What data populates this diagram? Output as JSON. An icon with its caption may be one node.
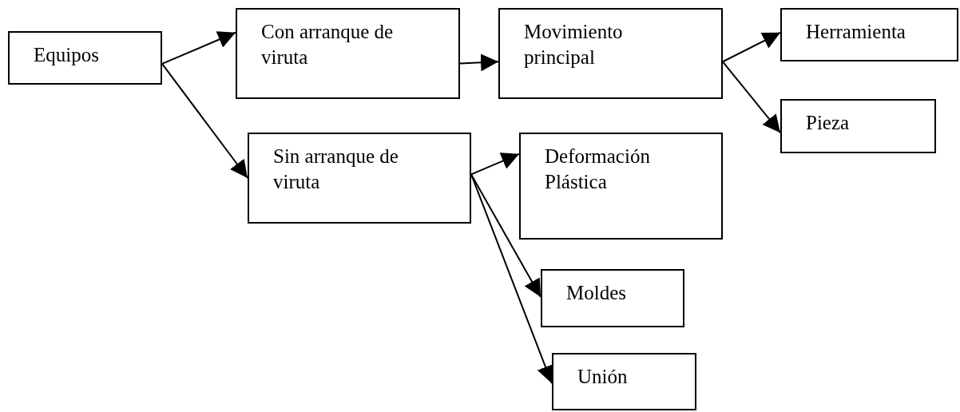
{
  "diagram": {
    "nodes": [
      {
        "text": [
          "Equipos"
        ]
      },
      {
        "text": [
          "Con arranque de viruta"
        ]
      },
      {
        "text": [
          "Sin arranque de viruta"
        ]
      },
      {
        "text": [
          "Movimiento principal"
        ]
      },
      {
        "text": [
          "Herramienta"
        ]
      },
      {
        "text": [
          "Pieza"
        ]
      },
      {
        "text": [
          "Deformación Plástica"
        ]
      },
      {
        "text": [
          "Moldes"
        ]
      },
      {
        "text": [
          "Unión"
        ]
      }
    ],
    "edges": [
      {
        "from": 0,
        "to": 1,
        "arrow": "to"
      },
      {
        "from": 0,
        "to": 2,
        "arrow": "to"
      },
      {
        "from": 1,
        "to": 3,
        "arrow": "to"
      },
      {
        "from": 3,
        "to": 4,
        "arrow": "to"
      },
      {
        "from": 3,
        "to": 5,
        "arrow": "to"
      },
      {
        "from": 2,
        "to": 6,
        "arrow": "to"
      },
      {
        "from": 2,
        "to": 7,
        "arrow": "to"
      },
      {
        "from": 2,
        "to": 8,
        "arrow": "to"
      }
    ]
  }
}
